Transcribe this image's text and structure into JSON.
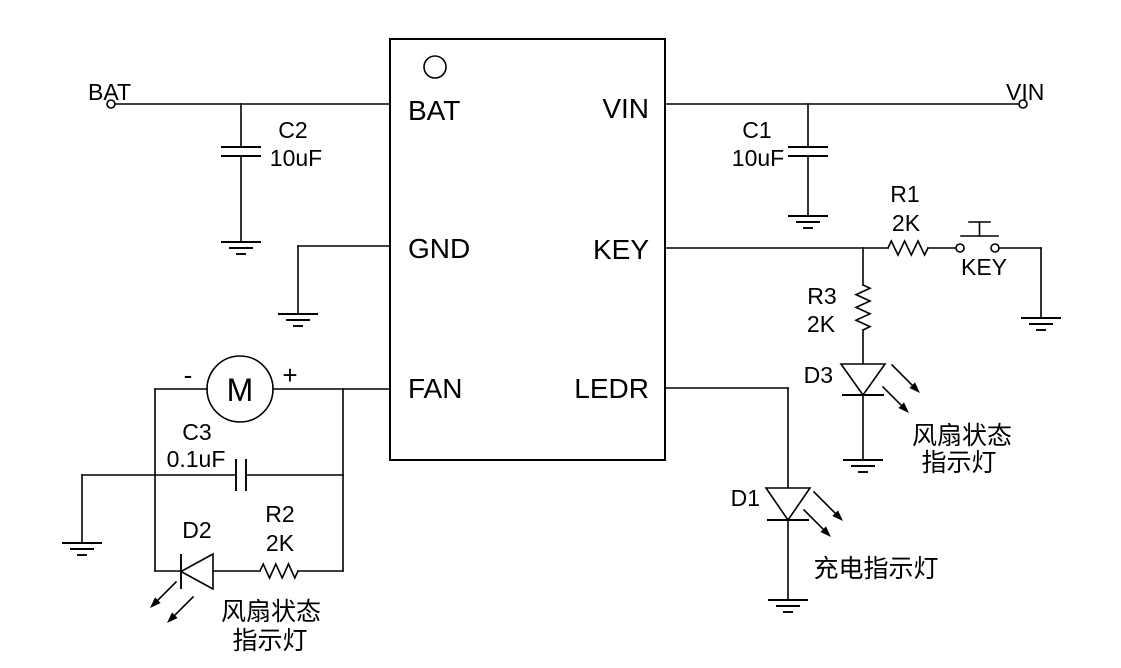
{
  "ic": {
    "pin_bat": "BAT",
    "pin_gnd": "GND",
    "pin_fan": "FAN",
    "pin_vin": "VIN",
    "pin_key": "KEY",
    "pin_ledr": "LEDR"
  },
  "terminals": {
    "bat": "BAT",
    "vin": "VIN"
  },
  "components": {
    "c1": {
      "ref": "C1",
      "value": "10uF"
    },
    "c2": {
      "ref": "C2",
      "value": "10uF"
    },
    "c3": {
      "ref": "C3",
      "value": "0.1uF"
    },
    "r1": {
      "ref": "R1",
      "value": "2K"
    },
    "r2": {
      "ref": "R2",
      "value": "2K"
    },
    "r3": {
      "ref": "R3",
      "value": "2K"
    },
    "d1": {
      "ref": "D1"
    },
    "d2": {
      "ref": "D2"
    },
    "d3": {
      "ref": "D3"
    },
    "motor": {
      "label": "M",
      "minus": "-",
      "plus": "+"
    },
    "key_switch": {
      "label": "KEY"
    }
  },
  "captions": {
    "d3_line1": "风扇状态",
    "d3_line2": "指示灯",
    "d2_line1": "风扇状态",
    "d2_line2": "指示灯",
    "d1": "充电指示灯"
  },
  "colors": {
    "line": "#000000",
    "background": "#ffffff"
  }
}
